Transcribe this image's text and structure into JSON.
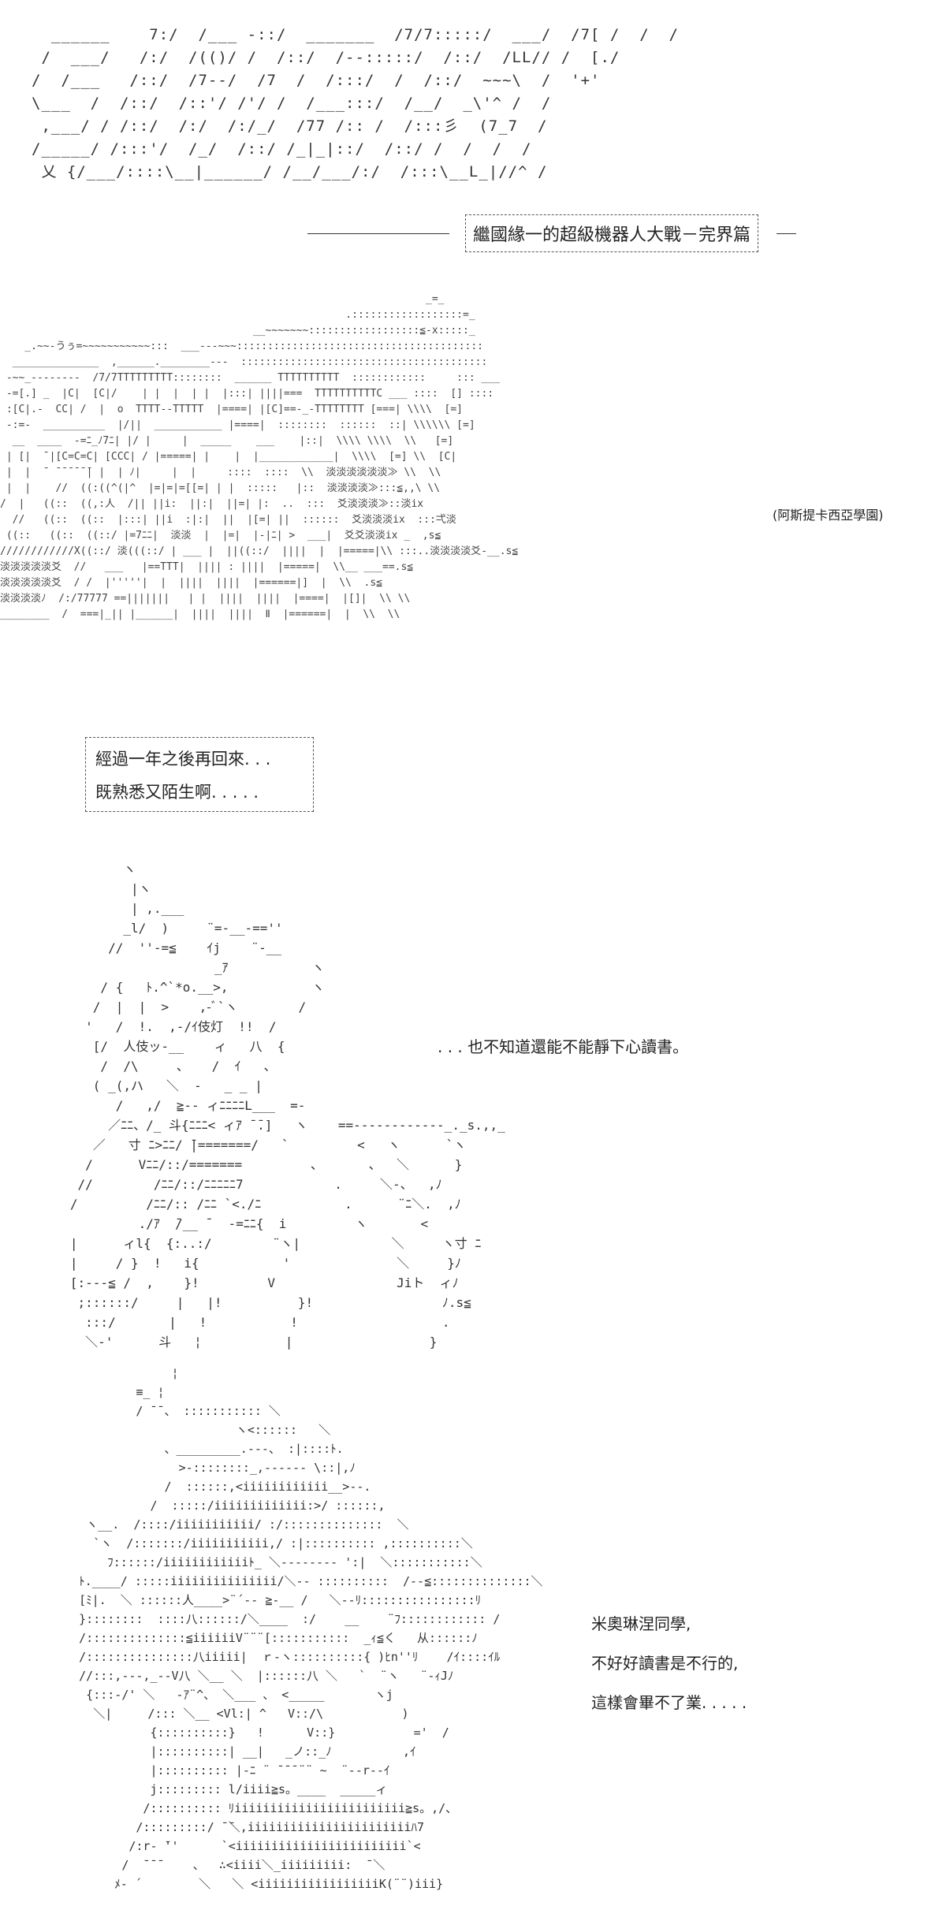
{
  "title": {
    "logo_art": [
      "  ______    7:/  /___ -::/  _______  /7/7:::::/  ___/  /7[ /  /  /",
      " /  ___/   /:/  /(()/ /  /::/  /--:::::/  /::/  /LL// /  [./",
      "/  /___   /::/  /7--/  /7  /  /:::/  /  /::/  ~~~\\  /  '+'",
      "\\___  /  /::/  /::'/ /'/ /  /___:::/  /__/  _\\'^ /  /",
      " ,___/ / /::/  /:/  /:/_/  /77 /:: /  /:::彡  (7_7  /",
      "/_____/ /:::'/  /_/  /::/ /_|_|::/  /::/ /  /  /  /",
      " 乂 {/___/::::\\__|______/ /__/___/:/  /:::\\__L_|//^ /"
    ],
    "box_text": "繼國緣一的超級機器人大戰－完界篇"
  },
  "city": {
    "art": [
      "                                                                     _=_",
      "                                                        .::::::::::::::::::=_",
      "                                         __~~~~~~~::::::::::::::::::≦-x:::::_",
      "    _.~~-うぅ=~~~~~~~~~~~:::  ___---~~~::::::::::::::::::::::::::::::::::::::::",
      "  ______________  ,______.________---  ::::::::::::::::::::::::::::::::::::::::",
      " -~~_--------  /7/7TTTTTTTTT::::::::  ______ TTTTTTTTTT  ::::::::::::     ::: ___",
      " -=[.] _  |C|  [C|/    | |  |  | |  |:::| ||||===  TTTTTTTTTTC ___ ::::  [] ::::",
      " :[C|.-  CC| /  |  o  TTTT--TTTTT  |====| |[C]==-_-TTTTTTTT [===| \\\\\\\\  [=]",
      " -:=-  __________  |/||  ___________ |====|  ::::::::  ::::::  ::| \\\\\\\\\\\\ [=]",
      "  __  ____  -=ﾆ_ﾉ7ﾆ| |/ |     |  _____    ___    |::|  \\\\\\\\ \\\\\\\\  \\\\   [=]",
      " | [|  ̄ |[C=C=C| [CCC| / |=====| |    |  |____________|  \\\\\\\\  [=] \\\\  [C|",
      " |  |  ̄  ̄ ̄ ̄ ̄ ̄ ̄| |  | ﾉ|     |  |     ::::  ::::  \\\\  淡淡淡淡淡淡≫ \\\\  \\\\",
      " |  |    //  ((:((^(|^  |=|=|=[[=| | |  :::::   |::  淡淡淡淡≫:::≦,,\\ \\\\",
      "/  |   ((::  ((,:人  /|| ||i:  ||:|  ||=| |:  ..  :::  爻淡淡淡≫::淡ix  ",
      "  //   ((::  ((::  |:::| ||i  :|:|  ||  |[=| ||  ::::::  爻淡淡淡ix  :::弌淡",
      " ((::   ((::  ((::/ |=7ﾆﾆ|  淡淡  |  |=|  |-|ﾆ| >  ___|  爻爻淡淡ix _  ,s≦",
      "////////////X((::/ 淡(((::/ | ___ |  ||((::/  ||||  |  |=====|\\\\ :::..淡淡淡淡爻-__.s≦",
      "淡淡淡淡淡爻  //   ___   |==TTT|  |||| : ||||  |=====|  \\\\__ ___==.s≦",
      "淡淡淡淡淡爻  / /  |'''''|  |  ||||  ||||  |======|]  |  \\\\  .s≦",
      "淡淡淡淡ﾉ  /:/77777 ==|||||||   | |  ||||  ||||  |====|  |[]|  \\\\ \\\\",
      "________  /  ===|_|| |______|  ||||  ||||  Ⅱ  |======|  |  \\\\  \\\\"
    ],
    "label": "(阿斯提卡西亞學園)"
  },
  "narration": {
    "line1": "經過一年之後再回來. . .",
    "line2": "既熟悉又陌生啊. . . . ."
  },
  "scene1": {
    "art": [
      "          ヽ",
      "           |ヽ",
      "           | ,.___",
      "          _l/  )     ¨=-__-==''",
      "        //  ''-=≦    ｲj    ¨-__",
      "                      _ｱ           ヽ",
      "       / {   ﾄ.^`*o.__>,           ヽ",
      "      /  |  |  >    ,-ﾞ`ヽ        /",
      "     '   /  !.  ,-/ｲ伎灯  !!  /",
      "      [/  人伎ッ-__    ィ   八  {",
      "       /  /\\     、   /  ｲ   、",
      "      ( _(,ハ   ＼  -   _ _ |",
      "         /   ,/  ≧-- ィﾆﾆﾆﾆL___  =-",
      "        ／ﾆﾆ、/_ 斗{ﾆﾆﾆ< ィｱ ̄ ̄.]   ヽ    ==------------_._s.,,_",
      "      ／   寸 ﾆ>ﾆﾆ/ ̄|=======/   `         <   ヽ      `ヽ",
      "     /      Vﾆﾆ/::/=======         、      、  ＼      }",
      "    //        /ﾆﾆ/::/ﾆﾆﾆﾆﾆ7            .     ＼-、  ,ﾉ",
      "   /         /ﾆﾆ/:: /ﾆﾆ `<./ﾆ           .      ¨ﾆ＼.  ,ﾉ",
      "            ./ｱ  ̄/__ ̄   -=ﾆﾆ{  i         ヽ       <",
      "   |      ィl{  {:..:/        ¨ヽ|            ＼     ヽ寸 ﾆ",
      "   |     / }  !   i{           '              ＼     }ﾉ",
      "   [:---≦ /  ,    }!         V                Jiト  ィﾉ",
      "    ;::::::/     |   |!          }!                 ﾉ.s≦",
      "     :::/       |   !           !                   .",
      "     ＼-'      斗   ¦           |                  }"
    ],
    "speech": ". . . 也不知道還能不能靜下心讀書。"
  },
  "scene2": {
    "art": [
      "                  ¦",
      "             ≡_ ¦",
      "             / ̄ ̄ 、 ::::::::::: ＼",
      "                           ヽ<::::::   ＼",
      "                 、_________.---、 :|::::ﾄ.",
      "                   >-::::::::_,------ \\::|,ﾉ",
      "                 /  ::::::,<iiiiiiiiiiii__>--.",
      "               /  :::::/iiiiiiiiiiiii:>/ ::::::,",
      "      ヽ__.  /::::/iiiiiiiiiii/ :/::::::::::::::  ＼",
      "       `ヽ  /:::::::/iiiiiiiiiii,/ :|:::::::::: ,::::::::::＼",
      "         ﾌ::::::/iiiiiiiiiiiiﾄ_ ＼-------- ':|  ＼:::::::::::＼",
      "     ﾄ.____/ :::::iiiiiiiiiiiiiii/＼-- ::::::::::  /--≦::::::::::::::＼",
      "     [ﾐ|.  ＼ ::::::人____>¨´-- ≧-__ /   ＼--ﾘ::::::::::::::::ﾘ",
      "     }::::::::  ::::八::::::/＼____  :/    __    ¨ﾌ:::::::::::: /",
      "     /::::::::::::::≦iiiiiiV¨¨¨[:::::::::::  _ｨ≦く   从::::::ﾉ",
      "     /:::::::::::::::八iiiii|  ｒ-ヽ::::::::::{ )ﾋn''ﾘ    /ｲ::::ｲﾙ",
      "     //:::,---,_--V八 ＼__ ＼  |::::::八 ＼   `  ¨ヽ   ¨-ｨJﾉ",
      "      {:::-/' ＼   -ｱ¨^、 ＼___ 、 <_____       ヽj",
      "       ＼|     /::: ＼__ <Vl:| ^   V::/\\           )",
      "               {::::::::::}   !      V::}           ='  /",
      "               |::::::::::| __|   _ノ::_ﾉ          ,ｲ",
      "               |:::::::::: |-ﾆ ¨ ̄ ̄ ̄ ¨¨ ~  ¨--r--ｲ",
      "               j::::::::: l/iiii≧s。____  _____ィ",
      "              /:::::::::: ﾘiiiiiiiiiiiiiiiiiiiiiiii≧s。,/、",
      "             /:::::::::/ ̄ ̄＼,iiiiiiiiiiiiiiiiiiiiiiiﾊ7",
      "            /:r- ̄''      `<iiiiiiiiiiiiiiiiiiiiiiii`<",
      "           /  ̄ ̄ ̄     、  ∴<iiii＼_iiiiiiiii:  ̄ ＼",
      "          ﾒ- ´        ＼   ＼ <iiiiiiiiiiiiiiiiiK(¨¨)iii}"
    ],
    "speech": [
      "米奧琳涅同學,",
      "不好好讀書是不行的,",
      "這樣會畢不了業. . . . ."
    ]
  }
}
